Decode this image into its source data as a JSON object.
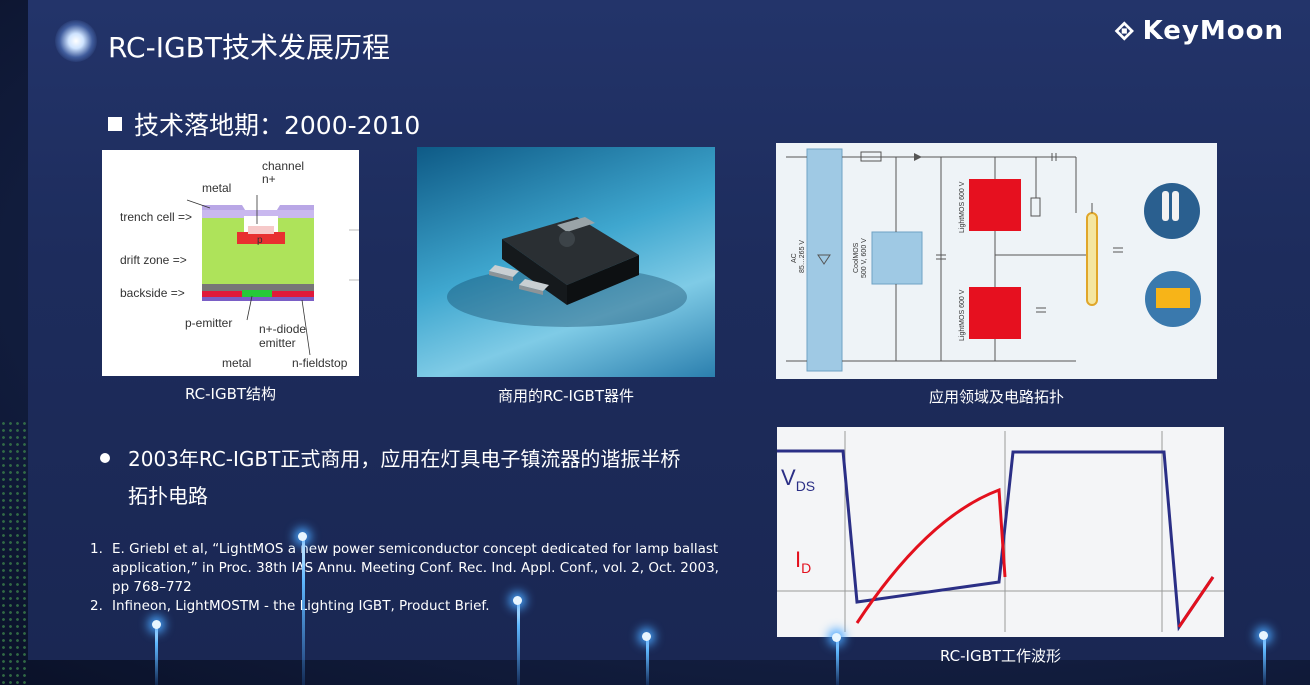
{
  "slide": {
    "title": "RC-IGBT技术发展历程",
    "logo_text": "KeyMoon",
    "section_heading": "技术落地期：2000-2010"
  },
  "figures": {
    "structure": {
      "caption": "RC-IGBT结构",
      "labels": {
        "channel": "channel",
        "n_plus": "n+",
        "metal_top": "metal",
        "trench_cell": "trench cell =>",
        "p": "p",
        "drift_zone": "drift zone =>",
        "backside": "backside =>",
        "p_emitter": "p-emitter",
        "n_diode": "n+-diode",
        "emitter": "emitter",
        "metal_bottom": "metal",
        "n_fieldstop": "n-fieldstop"
      }
    },
    "device": {
      "caption": "商用的RC-IGBT器件"
    },
    "topology": {
      "caption": "应用领域及电路拓扑",
      "labels": {
        "ac": "AC",
        "ac_range": "85…265 V",
        "coolmos": "CoolMOS",
        "coolmos_rating": "500 V, 600 V",
        "lightmos_top": "LightMOS 600 V",
        "lightmos_bottom": "LightMOS 600 V"
      }
    },
    "waveform": {
      "caption": "RC-IGBT工作波形",
      "vds_label": "V",
      "vds_sub": "DS",
      "id_label": "I",
      "id_sub": "D"
    }
  },
  "bullet": {
    "line1": "2003年RC-IGBT正式商用，应用在灯具电子镇流器的谐振半桥",
    "line2": "拓扑电路"
  },
  "references": [
    {
      "num": "1.",
      "text": "E. Griebl et al, “LightMOS a new power semiconductor concept dedicated for lamp ballast application,” in Proc. 38th IAS Annu. Meeting Conf. Rec. Ind. Appl. Conf., vol. 2, Oct. 2003, pp 768–772"
    },
    {
      "num": "2.",
      "text": "Infineon, LightMOSTM - the Lighting IGBT, Product Brief."
    }
  ]
}
